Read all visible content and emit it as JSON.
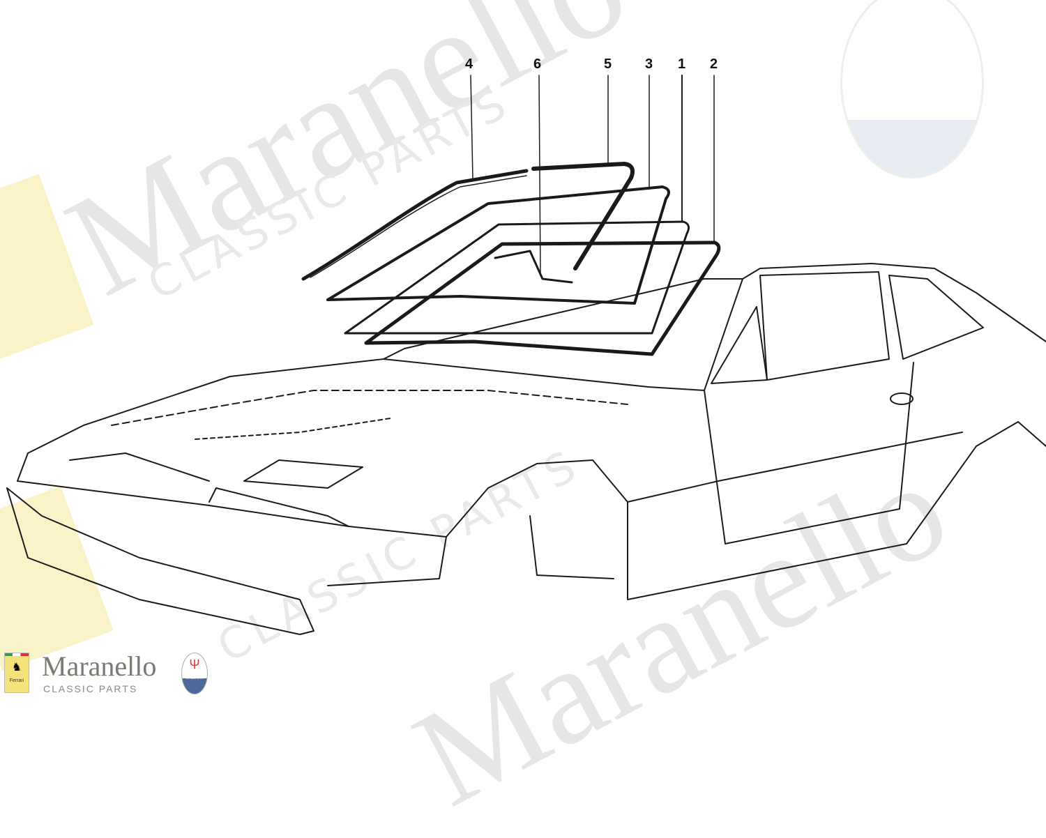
{
  "watermark": {
    "brand": "Maranello",
    "sub": "CLASSIC PARTS"
  },
  "callouts": [
    "4",
    "6",
    "5",
    "3",
    "1",
    "2"
  ],
  "logo": {
    "brand": "Maranello",
    "sub": "CLASSIC PARTS",
    "ferrari_badge": "Ferrari",
    "maserati_badge": "MASERATI"
  },
  "colors": {
    "line": "#1a1a1a",
    "watermark": "#e6e6e6",
    "ferrari_yellow": "#f5e27a",
    "maserati_blue": "#4c6a9a",
    "maserati_red": "#d83a3a"
  }
}
